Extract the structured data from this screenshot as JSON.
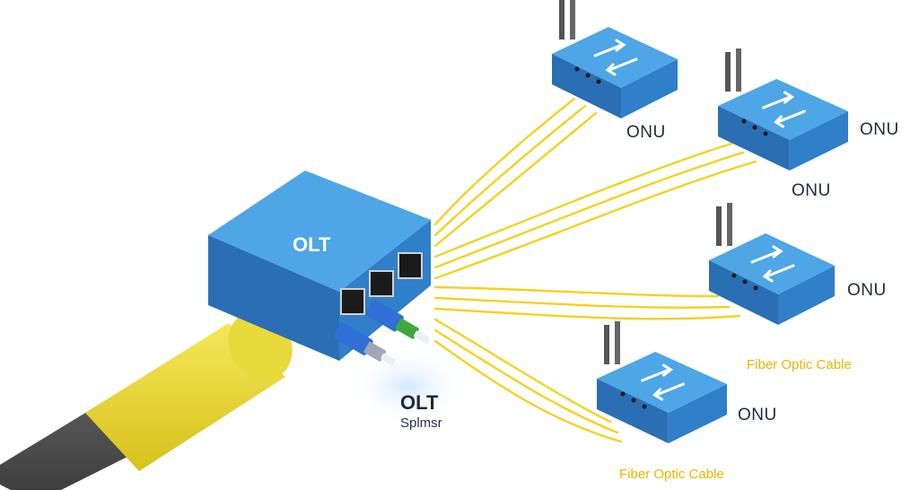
{
  "olt": {
    "top_label": "OLT",
    "label": "OLT"
  },
  "splitter": {
    "label": "Splmsr"
  },
  "onus": [
    {
      "label": "ONU"
    },
    {
      "label": "ONU"
    },
    {
      "label": "ONU"
    },
    {
      "label": "ONU"
    },
    {
      "label": "ONU"
    }
  ],
  "fiber_labels": [
    {
      "label": "Fiber Optic Cable"
    },
    {
      "label": "Fiber Optic Cable"
    }
  ],
  "colors": {
    "device_blue": "#2f7fc9",
    "device_top": "#4ea6e6",
    "fiber_yellow": "#f4d21d",
    "label_yellow": "#e6b800",
    "cable_dark": "#555555"
  }
}
